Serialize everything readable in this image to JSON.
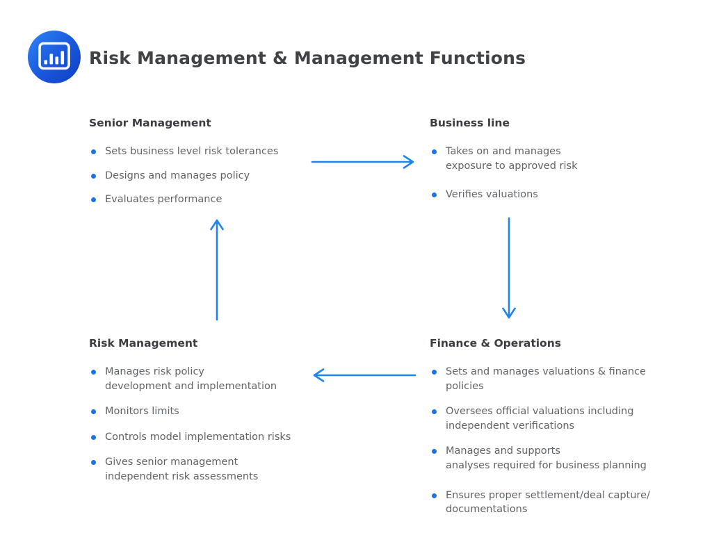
{
  "header": {
    "title": "Risk Management & Management Functions",
    "logo_icon": "bar-chart-icon"
  },
  "palette": {
    "arrow_blue": "#2184e8",
    "bullet_blue": "#1a73e8",
    "logo_gradient_start": "#2f85f5",
    "logo_gradient_end": "#0d3fc3",
    "heading_text": "#3a3e43",
    "body_text": "#5f6468",
    "background": "#ffffff"
  },
  "sections": [
    {
      "id": "senior-management",
      "title": "Senior Management",
      "bullets": [
        "Sets business level risk tolerances",
        "Designs and manages policy",
        "Evaluates performance"
      ]
    },
    {
      "id": "business-line",
      "title": "Business line",
      "bullets": [
        "Takes on and manages\nexposure to approved risk",
        "Verifies valuations"
      ]
    },
    {
      "id": "risk-management",
      "title": "Risk Management",
      "bullets": [
        "Manages risk policy\ndevelopment and implementation",
        "Monitors limits",
        "Controls model implementation risks",
        "Gives senior management\nindependent risk assessments"
      ]
    },
    {
      "id": "finance-operations",
      "title": "Finance & Operations",
      "bullets": [
        "Sets and manages valuations & finance\npolicies",
        "Oversees official valuations including\nindependent verifications",
        "Manages and supports\nanalyses required for business planning",
        "Ensures proper settlement/deal capture/\ndocumentations"
      ]
    }
  ],
  "arrows": [
    {
      "from": "senior-management",
      "to": "business-line",
      "direction": "right"
    },
    {
      "from": "business-line",
      "to": "finance-operations",
      "direction": "down"
    },
    {
      "from": "finance-operations",
      "to": "risk-management",
      "direction": "left"
    },
    {
      "from": "risk-management",
      "to": "senior-management",
      "direction": "up"
    }
  ]
}
